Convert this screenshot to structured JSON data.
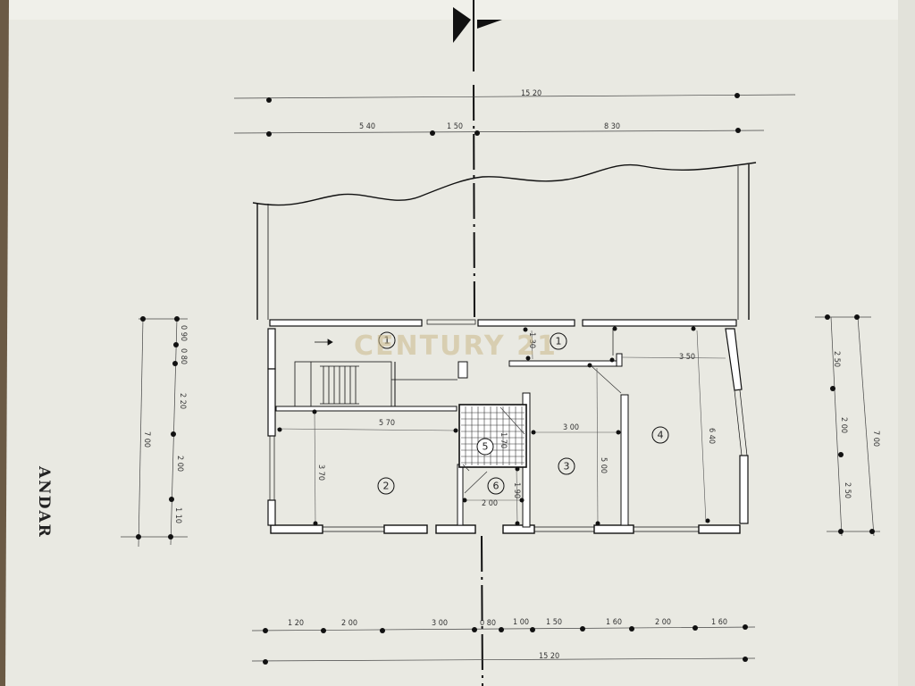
{
  "drawing_title": "ANDAR",
  "watermark": "CENTURY 21",
  "top_dimensions": {
    "overall": "15 20",
    "segments": [
      "5 40",
      "1 50",
      "8 30"
    ]
  },
  "bottom_dimensions": {
    "segments": [
      "1 20",
      "2 00",
      "3 00",
      "0 80",
      "1 00",
      "1 50",
      "1 60",
      "2 00",
      "1 60"
    ],
    "overall": "15 20"
  },
  "left_dimensions": {
    "segments": [
      "0 90",
      "0 80",
      "2 20",
      "2 00",
      "1 10"
    ],
    "overall": "7 00"
  },
  "right_dimensions": {
    "segments": [
      "2 50",
      "2 00",
      "2 50"
    ],
    "overall": "7 00"
  },
  "interior_dimensions": {
    "room2_width": "5 70",
    "room2_depth": "3 70",
    "room3_width": "3 00",
    "room3_depth": "5 00",
    "room4_width": "3 50",
    "room4_depth": "6 40",
    "corridor": "1 30",
    "room5_width": "1 70",
    "room6_width": "2 00",
    "room6_depth": "1 90"
  },
  "room_numbers": [
    "1",
    "1",
    "2",
    "3",
    "4",
    "5",
    "6"
  ]
}
